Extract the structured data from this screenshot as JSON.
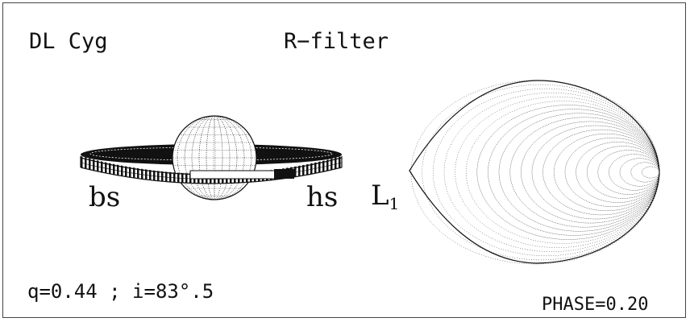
{
  "header": {
    "star_name": "DL Cyg",
    "filter": "R−filter"
  },
  "labels": {
    "bright_spot": "bs",
    "hot_spot": "hs",
    "lagrange_point": "L",
    "lagrange_subscript": "1"
  },
  "footer": {
    "parameters": "q=0.44 ; i=83°.5",
    "phase": "PHASE=0.20"
  },
  "colors": {
    "ink": "#111111",
    "background": "#ffffff",
    "frame": "#444444"
  }
}
